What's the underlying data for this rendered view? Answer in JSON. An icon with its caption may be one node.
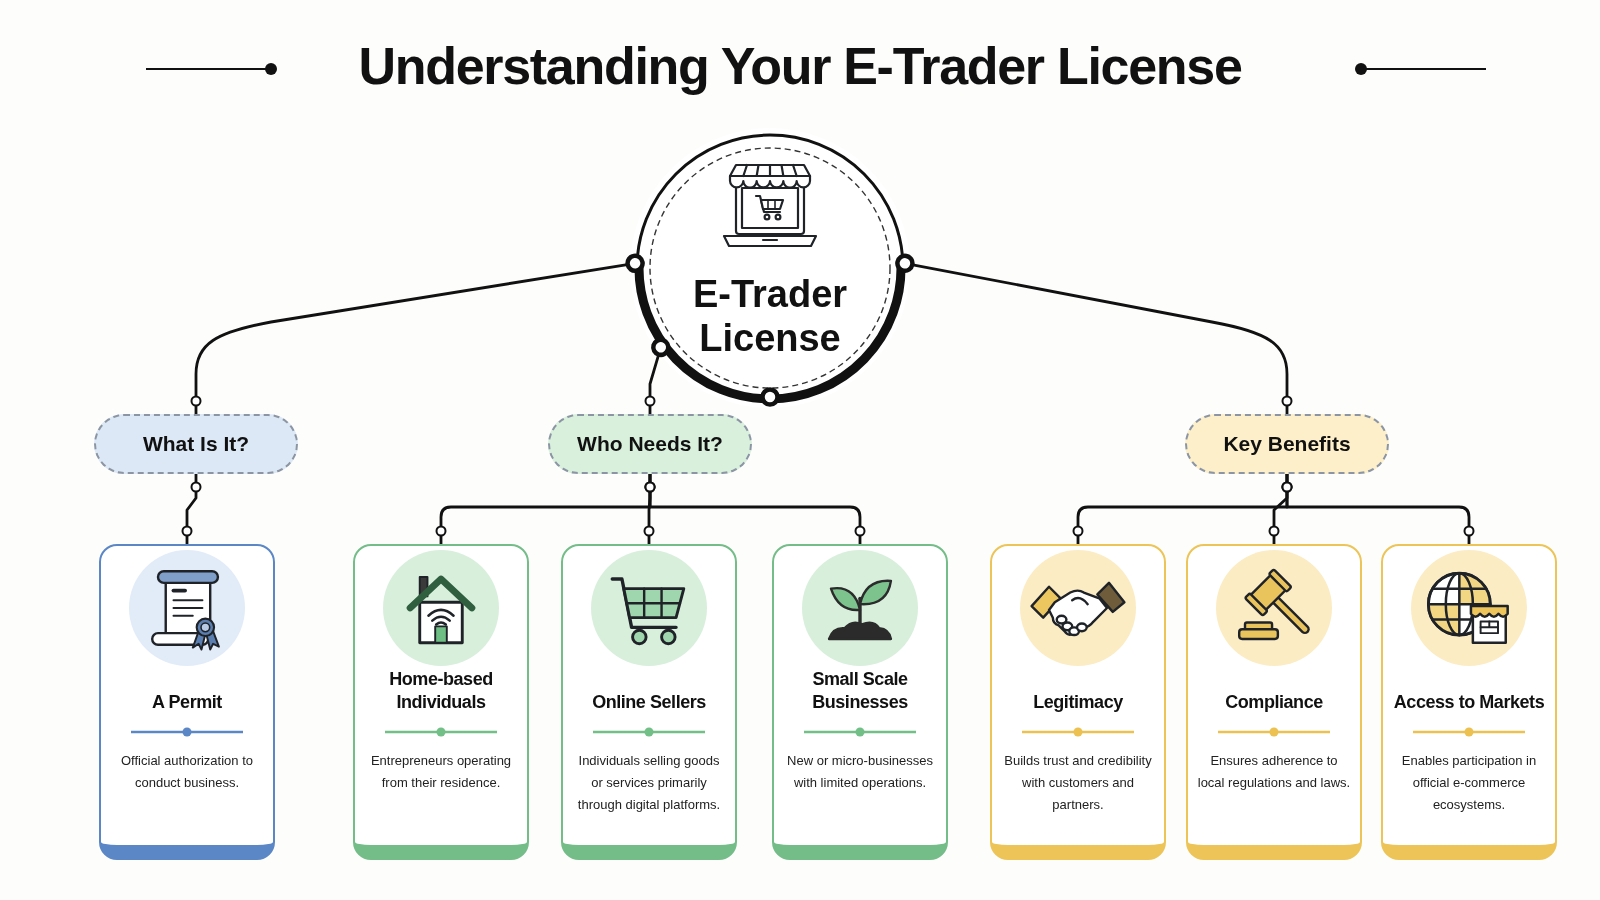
{
  "diagram": {
    "title": "Understanding Your E-Trader License",
    "nodes": [
      {
        "text": [
          "E-Trader License"
        ]
      },
      {
        "text": [
          "What Is It?"
        ]
      },
      {
        "text": [
          "Who Needs It?"
        ]
      },
      {
        "text": [
          "Key Benefits"
        ]
      },
      {
        "text": [
          "A Permit",
          "Official authorization to conduct business."
        ]
      },
      {
        "text": [
          "Home-based Individuals",
          "Entrepreneurs operating from their residence."
        ]
      },
      {
        "text": [
          "Online Sellers",
          "Individuals selling goods or services primarily through digital platforms."
        ]
      },
      {
        "text": [
          "Small Scale Businesses",
          "New or micro-businesses with limited operations."
        ]
      },
      {
        "text": [
          "Legitimacy",
          "Builds trust and credibility with customers and partners."
        ]
      },
      {
        "text": [
          "Compliance",
          "Ensures adherence to local regulations and laws."
        ]
      },
      {
        "text": [
          "Access to Markets",
          "Enables participation in official e-commerce ecosystems."
        ]
      }
    ],
    "edges": [
      {
        "from": 0,
        "to": 1,
        "arrow": "other"
      },
      {
        "from": 0,
        "to": 2,
        "arrow": "other"
      },
      {
        "from": 0,
        "to": 3,
        "arrow": "other"
      },
      {
        "from": 1,
        "to": 4,
        "arrow": "other"
      },
      {
        "from": 2,
        "to": 5,
        "arrow": "other"
      },
      {
        "from": 2,
        "to": 6,
        "arrow": "other"
      },
      {
        "from": 2,
        "to": 7,
        "arrow": "other"
      },
      {
        "from": 3,
        "to": 8,
        "arrow": "other"
      },
      {
        "from": 3,
        "to": 9,
        "arrow": "other"
      },
      {
        "from": 3,
        "to": 10,
        "arrow": "other"
      }
    ]
  }
}
